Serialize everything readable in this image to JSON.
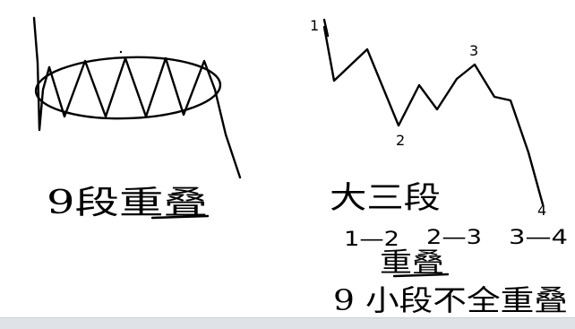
{
  "left_diagram": {
    "caption": "9段重叠"
  },
  "right_diagram": {
    "point_labels": [
      "1",
      "2",
      "3",
      "4"
    ],
    "caption": "大三段",
    "segments": [
      "1—2",
      "2—3",
      "3—4"
    ],
    "overlap_label": "重叠",
    "bottom_note": "9 小段不全重叠"
  },
  "colors": {
    "ink": "#000000",
    "background": "#ffffff",
    "bottom_bar": "#dfe3e8"
  }
}
